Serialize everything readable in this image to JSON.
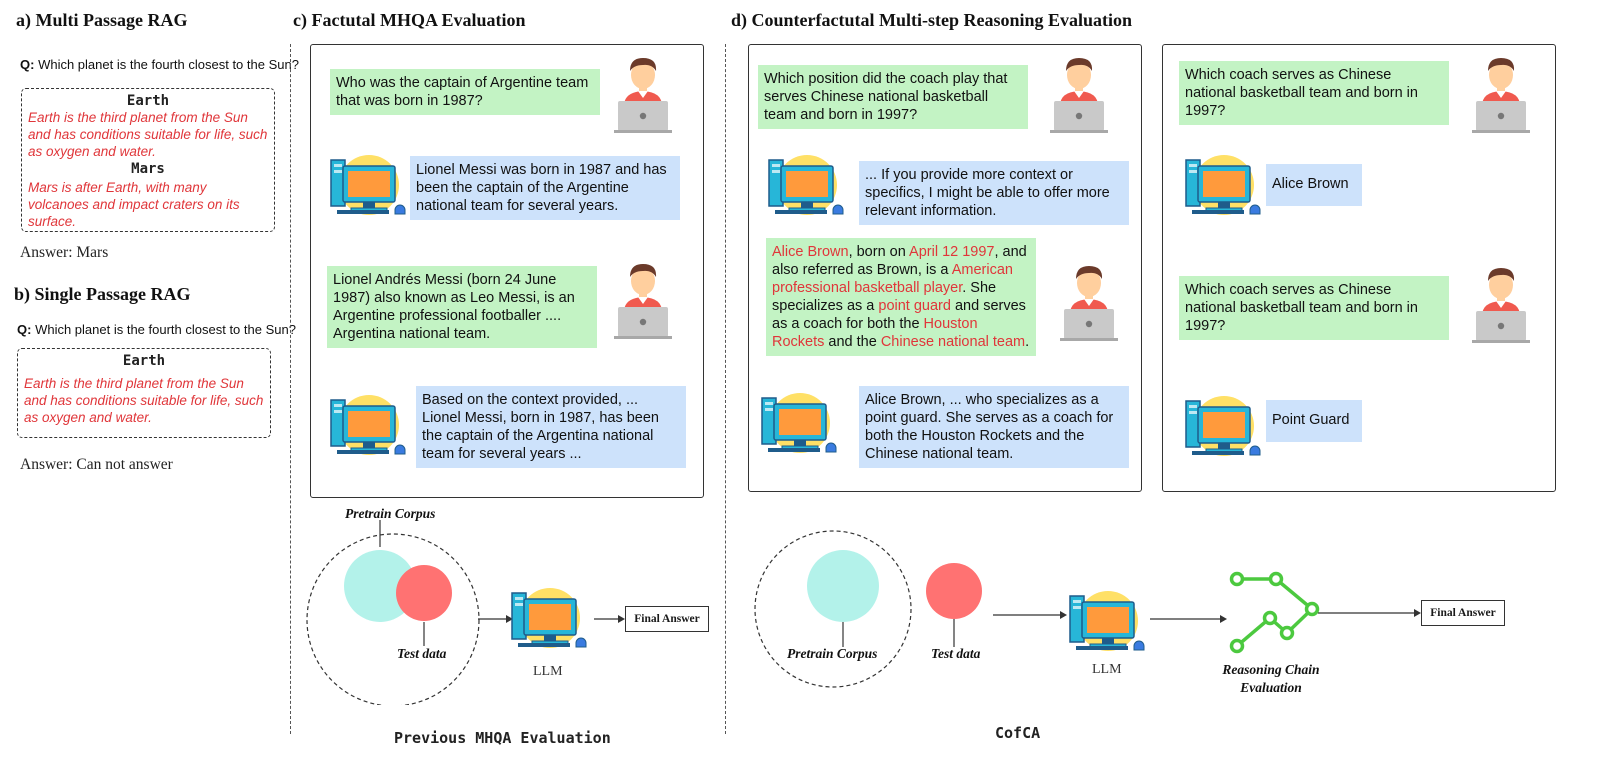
{
  "section_a": {
    "title": "a) Multi Passage RAG",
    "q_prefix": "Q:",
    "question": "Which planet is the fourth closest to the Sun?",
    "passages": [
      {
        "title": "Earth",
        "text": "Earth is the third planet from the Sun and has conditions suitable for life, such as oxygen and water."
      },
      {
        "title": "Mars",
        "text": "Mars is after Earth, with many volcanoes and impact craters on its surface."
      }
    ],
    "answer": "Answer: Mars"
  },
  "section_b": {
    "title": "b) Single Passage RAG",
    "q_prefix": "Q:",
    "question": "Which planet is the fourth closest to the Sun?",
    "passage": {
      "title": "Earth",
      "text": "Earth is the third planet from the Sun and has conditions suitable for life, such as oxygen and water."
    },
    "answer": "Answer: Can not answer"
  },
  "section_c": {
    "title": "c) Factutal MHQA Evaluation",
    "messages": [
      "Who was the captain of Argentine team that was born in 1987?",
      "Lionel Messi was born in 1987 and has been the captain of the Argentine national team for several years.",
      "Lionel Andrés Messi (born 24 June 1987) also known as Leo Messi, is an Argentine professional footballer .... Argentina national team.",
      "Based on the context provided, ... Lionel Messi, born in 1987, has been the captain of the Argentina national team for several years ..."
    ],
    "diagram": {
      "corpus_label": "Pretrain Corpus",
      "test_label": "Test data",
      "llm_label": "LLM",
      "final_answer": "Final Answer"
    },
    "footer": "Previous MHQA Evaluation"
  },
  "section_d": {
    "title": "d) Counterfactutal Multi-step Reasoning Evaluation",
    "left_messages": {
      "q1": "Which position did the coach play that serves Chinese national basketball team and born in 1997?",
      "a1": "... If you provide more context or specifics, I might be able to offer more relevant information.",
      "ctx_parts": [
        {
          "t": "Alice Brown",
          "hl": true
        },
        {
          "t": ", born on ",
          "hl": false
        },
        {
          "t": "April 12 1997",
          "hl": true
        },
        {
          "t": ", and also referred as Brown, is a ",
          "hl": false
        },
        {
          "t": "American professional basketball player",
          "hl": true
        },
        {
          "t": ". She specializes as a ",
          "hl": false
        },
        {
          "t": "point guard",
          "hl": true
        },
        {
          "t": " and serves as a coach for both the ",
          "hl": false
        },
        {
          "t": "Houston Rockets",
          "hl": true
        },
        {
          "t": " and the ",
          "hl": false
        },
        {
          "t": "Chinese national team",
          "hl": true
        },
        {
          "t": ".",
          "hl": false
        }
      ],
      "a2": "Alice Brown, ... who specializes as a point guard. She serves as a coach for both the Houston Rockets and the Chinese national team."
    },
    "right_messages": [
      "Which coach serves as Chinese national basketball team and born in 1997?",
      "Alice Brown",
      "Which coach serves as Chinese national basketball team and born in 1997?",
      "Point Guard"
    ],
    "diagram": {
      "corpus_label": "Pretrain Corpus",
      "test_label": "Test data",
      "llm_label": "LLM",
      "chain_label_1": "Reasoning Chain",
      "chain_label_2": "Evaluation",
      "final_answer": "Final Answer"
    },
    "footer": "CofCA"
  },
  "colors": {
    "user_bubble": "#c3f3c4",
    "model_bubble": "#cde2fb",
    "highlight_red": "#e0363a",
    "corpus_circle": "#b3f2ea",
    "test_circle": "#ff7272",
    "chain_green": "#4cc93f"
  },
  "icons": [
    "person-at-laptop-icon",
    "computer-monitor-icon"
  ]
}
